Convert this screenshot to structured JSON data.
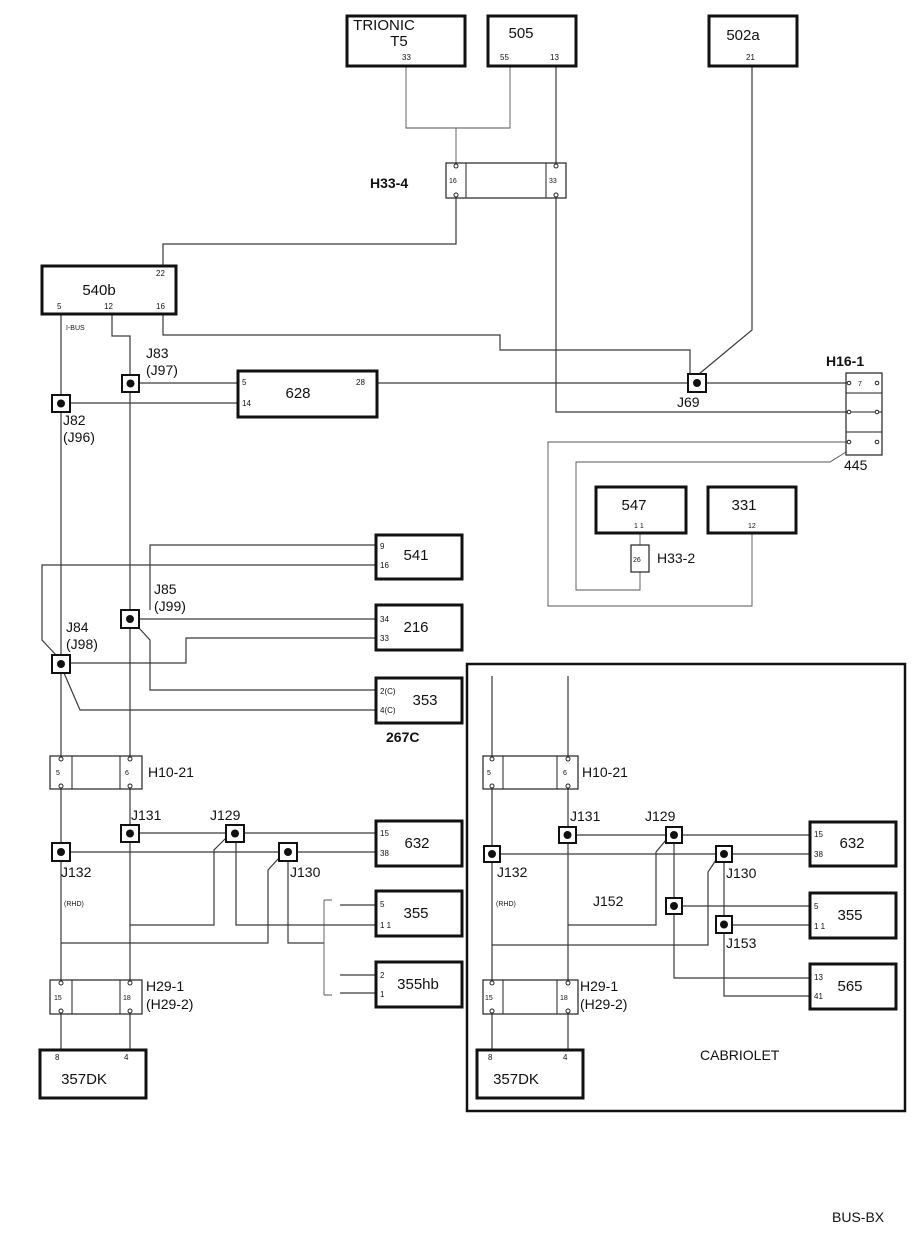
{
  "modules": {
    "trionic": {
      "name_line1": "TRIONIC",
      "name_line2": "T5",
      "pin_33": "33"
    },
    "m505": {
      "name": "505",
      "pin_55": "55",
      "pin_13": "13"
    },
    "m502a": {
      "name": "502a",
      "pin_21": "21"
    },
    "m540b": {
      "name": "540b",
      "pin_22": "22",
      "pin_5": "5",
      "pin_12": "12",
      "pin_16": "16",
      "ibus": "I-BUS"
    },
    "m628": {
      "name": "628",
      "pin_5": "5",
      "pin_14": "14",
      "pin_28": "28"
    },
    "m547": {
      "name": "547",
      "pin": "1 1"
    },
    "m331": {
      "name": "331",
      "pin": "12"
    },
    "m541": {
      "name": "541",
      "pin_9": "9",
      "pin_16": "16"
    },
    "m216": {
      "name": "216",
      "pin_34": "34",
      "pin_33": "33"
    },
    "m353": {
      "name": "353",
      "pin_2c": "2(C)",
      "pin_4c": "4(C)",
      "sub": "267C"
    },
    "m632_left": {
      "name": "632",
      "pin_15": "15",
      "pin_38": "38"
    },
    "m355_left": {
      "name": "355",
      "pin_5": "5",
      "pin_11": "1 1"
    },
    "m355hb": {
      "name": "355hb",
      "pin_2": "2",
      "pin_1": "1"
    },
    "m357dk_left": {
      "name": "357DK",
      "pin_8": "8",
      "pin_4": "4"
    },
    "m632_right": {
      "name": "632",
      "pin_15": "15",
      "pin_38": "38"
    },
    "m355_right": {
      "name": "355",
      "pin_5": "5",
      "pin_11": "1 1"
    },
    "m565": {
      "name": "565",
      "pin_13": "13",
      "pin_41": "41"
    },
    "m357dk_right": {
      "name": "357DK",
      "pin_8": "8",
      "pin_4": "4"
    }
  },
  "connectors": {
    "h33_4": {
      "label": "H33-4",
      "pin_left": "16",
      "pin_right": "33"
    },
    "h16_1": {
      "label": "H16-1",
      "pin": "7",
      "sub": "445"
    },
    "h33_2": {
      "label": "H33-2",
      "pin": "26"
    },
    "h10_21_left": {
      "label": "H10-21",
      "pin_left": "5",
      "pin_right": "6"
    },
    "h29_1_left": {
      "label_line1": "H29-1",
      "label_line2": "(H29-2)",
      "pin_left": "15",
      "pin_right": "18"
    },
    "h10_21_right": {
      "label": "H10-21",
      "pin_left": "5",
      "pin_right": "6"
    },
    "h29_1_right": {
      "label_line1": "H29-1",
      "label_line2": "(H29-2)",
      "pin_left": "15",
      "pin_right": "18"
    }
  },
  "junctions": {
    "j83": {
      "line1": "J83",
      "line2": "(J97)"
    },
    "j82": {
      "line1": "J82",
      "line2": "(J96)"
    },
    "j69": {
      "label": "J69"
    },
    "j85": {
      "line1": "J85",
      "line2": "(J99)"
    },
    "j84": {
      "line1": "J84",
      "line2": "(J98)"
    },
    "j131_left": {
      "label": "J131"
    },
    "j129_left": {
      "label": "J129"
    },
    "j130_left": {
      "label": "J130"
    },
    "j132_left": {
      "label": "J132",
      "note": "(RHD)"
    },
    "j131_right": {
      "label": "J131"
    },
    "j129_right": {
      "label": "J129"
    },
    "j130_right": {
      "label": "J130"
    },
    "j132_right": {
      "label": "J132",
      "note": "(RHD)"
    },
    "j152": {
      "label": "J152"
    },
    "j153": {
      "label": "J153"
    }
  },
  "cabriolet_label": "CABRIOLET",
  "page_code": "BUS-BX"
}
